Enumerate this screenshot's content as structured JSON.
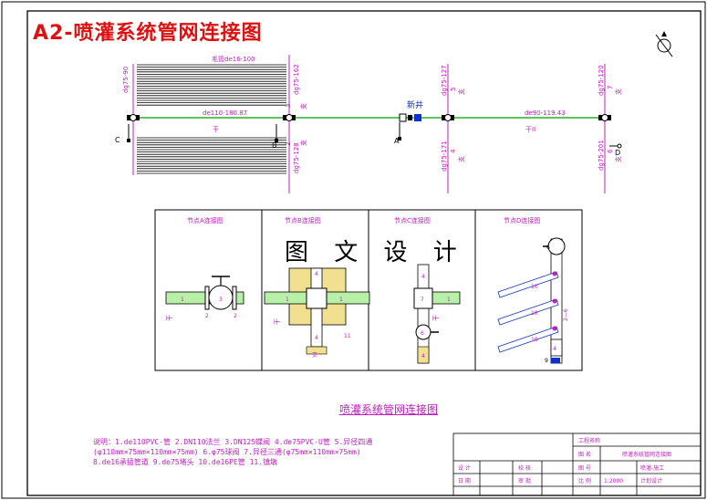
{
  "title": "A2-喷灌系统管网连接图",
  "watermark": "图 文 设 计",
  "caption": "喷灌系统管网连接图",
  "pipe_labels": {
    "top_field": "毛管de16-100",
    "main_left": "de110-180.87",
    "main_right": "de90-119.43",
    "new_well": "新井",
    "dg_a": "dg75-90",
    "dg_b": "dg75-162",
    "dg_c": "dg75-128",
    "dg_d": "dg75-127",
    "dg_e": "dg75-171",
    "dg_f": "dg75-120",
    "dg_g": "dg75-201",
    "node_a": "A",
    "node_b": "B",
    "node_c": "C",
    "node_d": "D",
    "branch_3": "3",
    "branch_2": "2",
    "branch_5": "5",
    "branch_4": "4",
    "branch_7": "7",
    "branch_6": "6",
    "main_mark": "干",
    "main_mark_right": "干II",
    "branch_mark": "支"
  },
  "details": [
    {
      "title": "节点A连接图"
    },
    {
      "title": "节点B连接图"
    },
    {
      "title": "节点C连接图"
    },
    {
      "title": "节点D连接图"
    }
  ],
  "detail_labels": {
    "n1": "1",
    "n2": "2",
    "n3": "3",
    "n4": "4",
    "n6": "6",
    "n7": "7",
    "n8": "8",
    "n9": "9",
    "n10": "10",
    "n11": "11",
    "main": "干",
    "branch": "支",
    "b_branch": "支",
    "d_branch": "2—6"
  },
  "notes": [
    "说明：1.de110PVC-管  2.DN110法兰  3.DN125蝶阀  4.de75PVC-U管  5.异径四通",
    "(φ110mm×75mm×110mm×75mm)   6.φ75球阀  7.异径三通(φ75mm×110mm×75mm)",
    "8.de16承插管道  9.de75堵头  10.de16PE管   11.镇墩"
  ],
  "title_block": {
    "project": "工程名称",
    "drawing_name_label": "图 名",
    "drawing_name": "喷灌系统管网连接图",
    "design": "设 计",
    "check": "校 核",
    "drawing_no": "图 号",
    "drawing_no_val": "喷灌-施工",
    "date": "日 期",
    "approve": "审 批",
    "scale": "比 例",
    "scale_val": "1:2000",
    "unit": "计划设计"
  },
  "colors": {
    "frame": "#000000",
    "pipe_green": "#00a000",
    "label_magenta": "#c020c0",
    "title_red": "#e01010",
    "pipe_fill": "#b8f0a8",
    "sand_fill": "#f0e090"
  }
}
